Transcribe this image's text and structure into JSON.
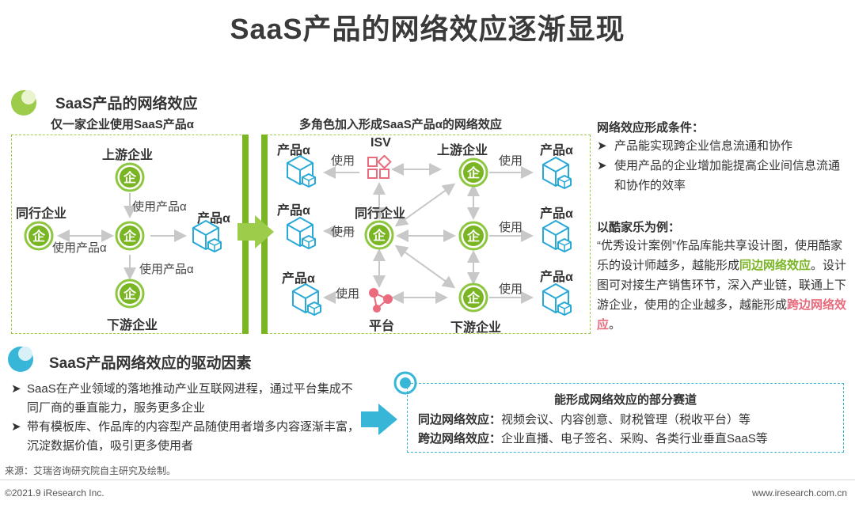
{
  "title": "SaaS产品的网络效应逐渐显现",
  "section1": {
    "title": "SaaS产品的网络效应",
    "left_subtitle": "仅一家企业使用SaaS产品α",
    "right_subtitle": "多角色加入形成SaaS产品α的网络效应"
  },
  "left_diagram": {
    "upstream": "上游企业",
    "peer": "同行企业",
    "downstream": "下游企业",
    "product": "产品α",
    "use_product_1": "使用产品α",
    "use_product_2": "使用产品α",
    "use_product_3": "使用产品α",
    "icon_char": "企"
  },
  "right_diagram": {
    "product": "产品α",
    "isv": "ISV",
    "upstream": "上游企业",
    "peer": "同行企业",
    "platform": "平台",
    "downstream": "下游企业",
    "use": "使用"
  },
  "conditions": {
    "title": "网络效应形成条件：",
    "items": [
      "产品能实现跨企业信息流通和协作",
      "使用产品的企业增加能提高企业间信息流通和协作的效率"
    ]
  },
  "example": {
    "title": "以酷家乐为例：",
    "text_a": "“优秀设计案例”作品库能共享设计图，使用酷家乐的设计师越多，越能形成",
    "hl_same": "同边网络效应",
    "text_b": "。设计图可对接生产销售环节，深入产业链，联通上下游企业，使用的企业越多，越能形成",
    "hl_cross": "跨边网络效应",
    "text_c": "。"
  },
  "section2": {
    "title": "SaaS产品网络效应的驱动因素",
    "items": [
      "SaaS在产业领域的落地推动产业互联网进程，通过平台集成不同厂商的垂直能力，服务更多企业",
      "带有模板库、作品库的内容型产品随使用者增多内容逐渐丰富，沉淀数据价值，吸引更多使用者"
    ]
  },
  "tracks": {
    "title": "能形成网络效应的部分赛道",
    "same_label": "同边网络效应：",
    "same_text": "视频会议、内容创意、财税管理（税收平台）等",
    "cross_label": "跨边网络效应：",
    "cross_text": "企业直播、电子签名、采购、各类行业垂直SaaS等"
  },
  "source": "来源：艾瑞咨询研究院自主研究及绘制。",
  "footer_left": "©2021.9 iResearch Inc.",
  "footer_right": "www.iresearch.com.cn",
  "colors": {
    "green": "#7ab524",
    "light_green": "#9ccc4a",
    "cyan": "#37b6d8",
    "pink": "#e96b7d"
  }
}
